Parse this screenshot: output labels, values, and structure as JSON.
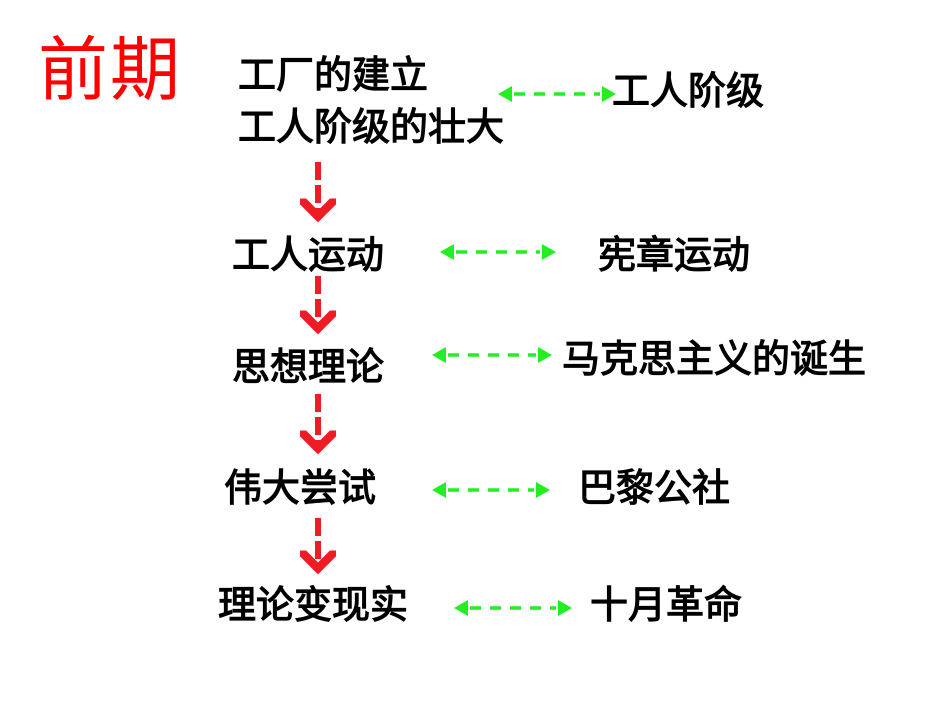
{
  "title": "前期",
  "colors": {
    "title": "#ff0000",
    "flow_arrow": "#ee1c24",
    "link_arrow": "#22ee22"
  },
  "stages": [
    {
      "lines": [
        "工厂的建立",
        "工人阶级的壮大"
      ],
      "related": "工人阶级"
    },
    {
      "lines": [
        "工人运动"
      ],
      "related": "宪章运动"
    },
    {
      "lines": [
        "思想理论"
      ],
      "related": "马克思主义的诞生"
    },
    {
      "lines": [
        "伟大尝试"
      ],
      "related": "巴黎公社"
    },
    {
      "lines": [
        "理论变现实"
      ],
      "related": "十月革命"
    }
  ]
}
